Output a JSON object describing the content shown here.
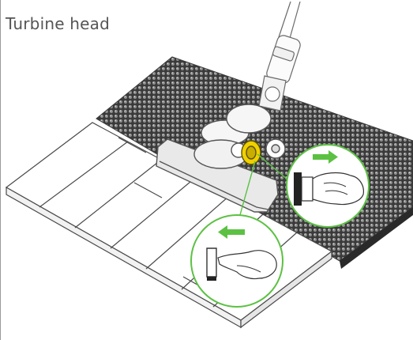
{
  "page": {
    "title": "Turbine head"
  },
  "illustration": {
    "subject": "turbine-head-tool-on-carpet-and-floor",
    "accent_color": "#5cc143",
    "highlight_color": "#f0d000",
    "callouts": [
      {
        "id": "detach",
        "arrow": "right",
        "icon": "hand-pulling-endcap-icon"
      },
      {
        "id": "attach",
        "arrow": "left",
        "icon": "hand-pushing-endcap-icon"
      }
    ]
  }
}
